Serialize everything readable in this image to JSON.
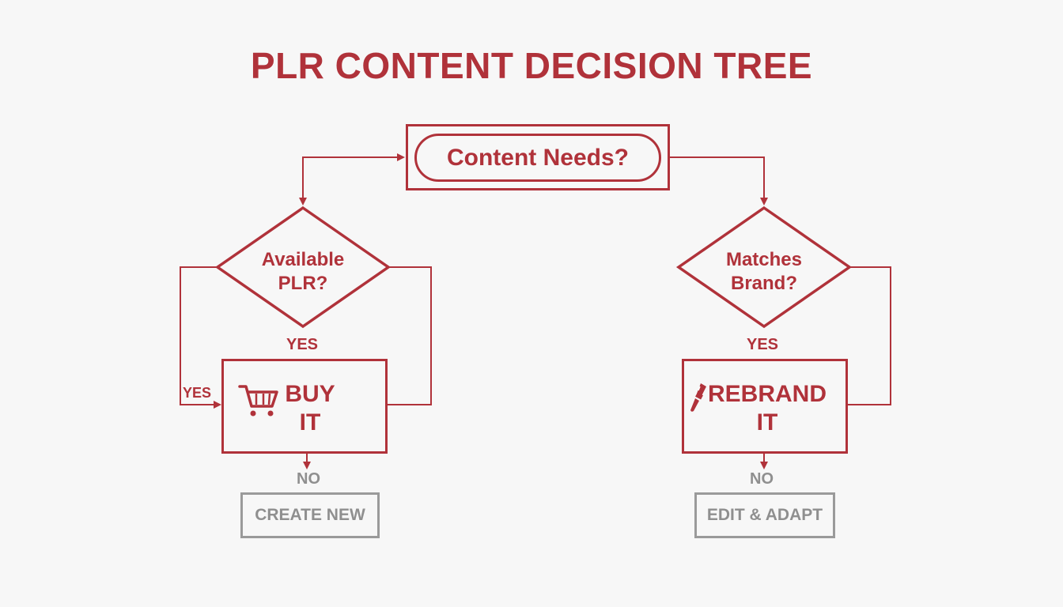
{
  "title": "PLR CONTENT DECISION TREE",
  "colors": {
    "primary": "#b0323a",
    "muted": "#8f8f8f",
    "background": "#f7f7f7"
  },
  "start": {
    "label": "Content Needs?"
  },
  "decisions": [
    {
      "id": "available-plr",
      "line1": "Available",
      "line2": "PLR?"
    },
    {
      "id": "matches-brand",
      "line1": "Matches",
      "line2": "Brand?"
    }
  ],
  "actions": [
    {
      "id": "buy-it",
      "line1": "BUY",
      "line2": "IT",
      "icon": "shopping-cart-icon"
    },
    {
      "id": "rebrand-it",
      "line1": "REBRAND",
      "line2": "IT",
      "icon": "paintbrush-icon"
    }
  ],
  "outcomes": [
    {
      "id": "create-new",
      "label": "CREATE NEW"
    },
    {
      "id": "edit-adapt",
      "label": "EDIT & ADAPT"
    }
  ],
  "edge_labels": {
    "left_yes_down": "YES",
    "left_yes_side": "YES",
    "left_no": "NO",
    "right_yes_down": "YES",
    "right_no": "NO"
  }
}
